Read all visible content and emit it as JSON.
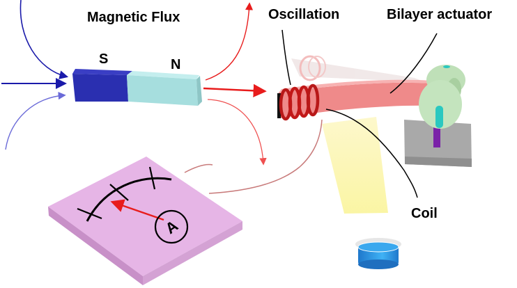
{
  "diagram": {
    "labels": {
      "magnetic_flux": "Magnetic Flux",
      "south_pole": "S",
      "north_pole": "N",
      "oscillation": "Oscillation",
      "bilayer_actuator": "Bilayer actuator",
      "coil": "Coil",
      "ammeter_symbol": "A"
    },
    "colors": {
      "magnet_south": "#2a2fb0",
      "magnet_north": "#a6dede",
      "flux_in": "#1a1aaa",
      "flux_out": "#e81c1c",
      "actuator": "#ef8a8a",
      "coil": "#c21818",
      "ammeter_plate": "#e6b5e6",
      "light_beam": "#fbf6b0",
      "clamp": "#bfe0b8",
      "base": "#a9a9a9",
      "led": "#2f8fe0"
    }
  }
}
